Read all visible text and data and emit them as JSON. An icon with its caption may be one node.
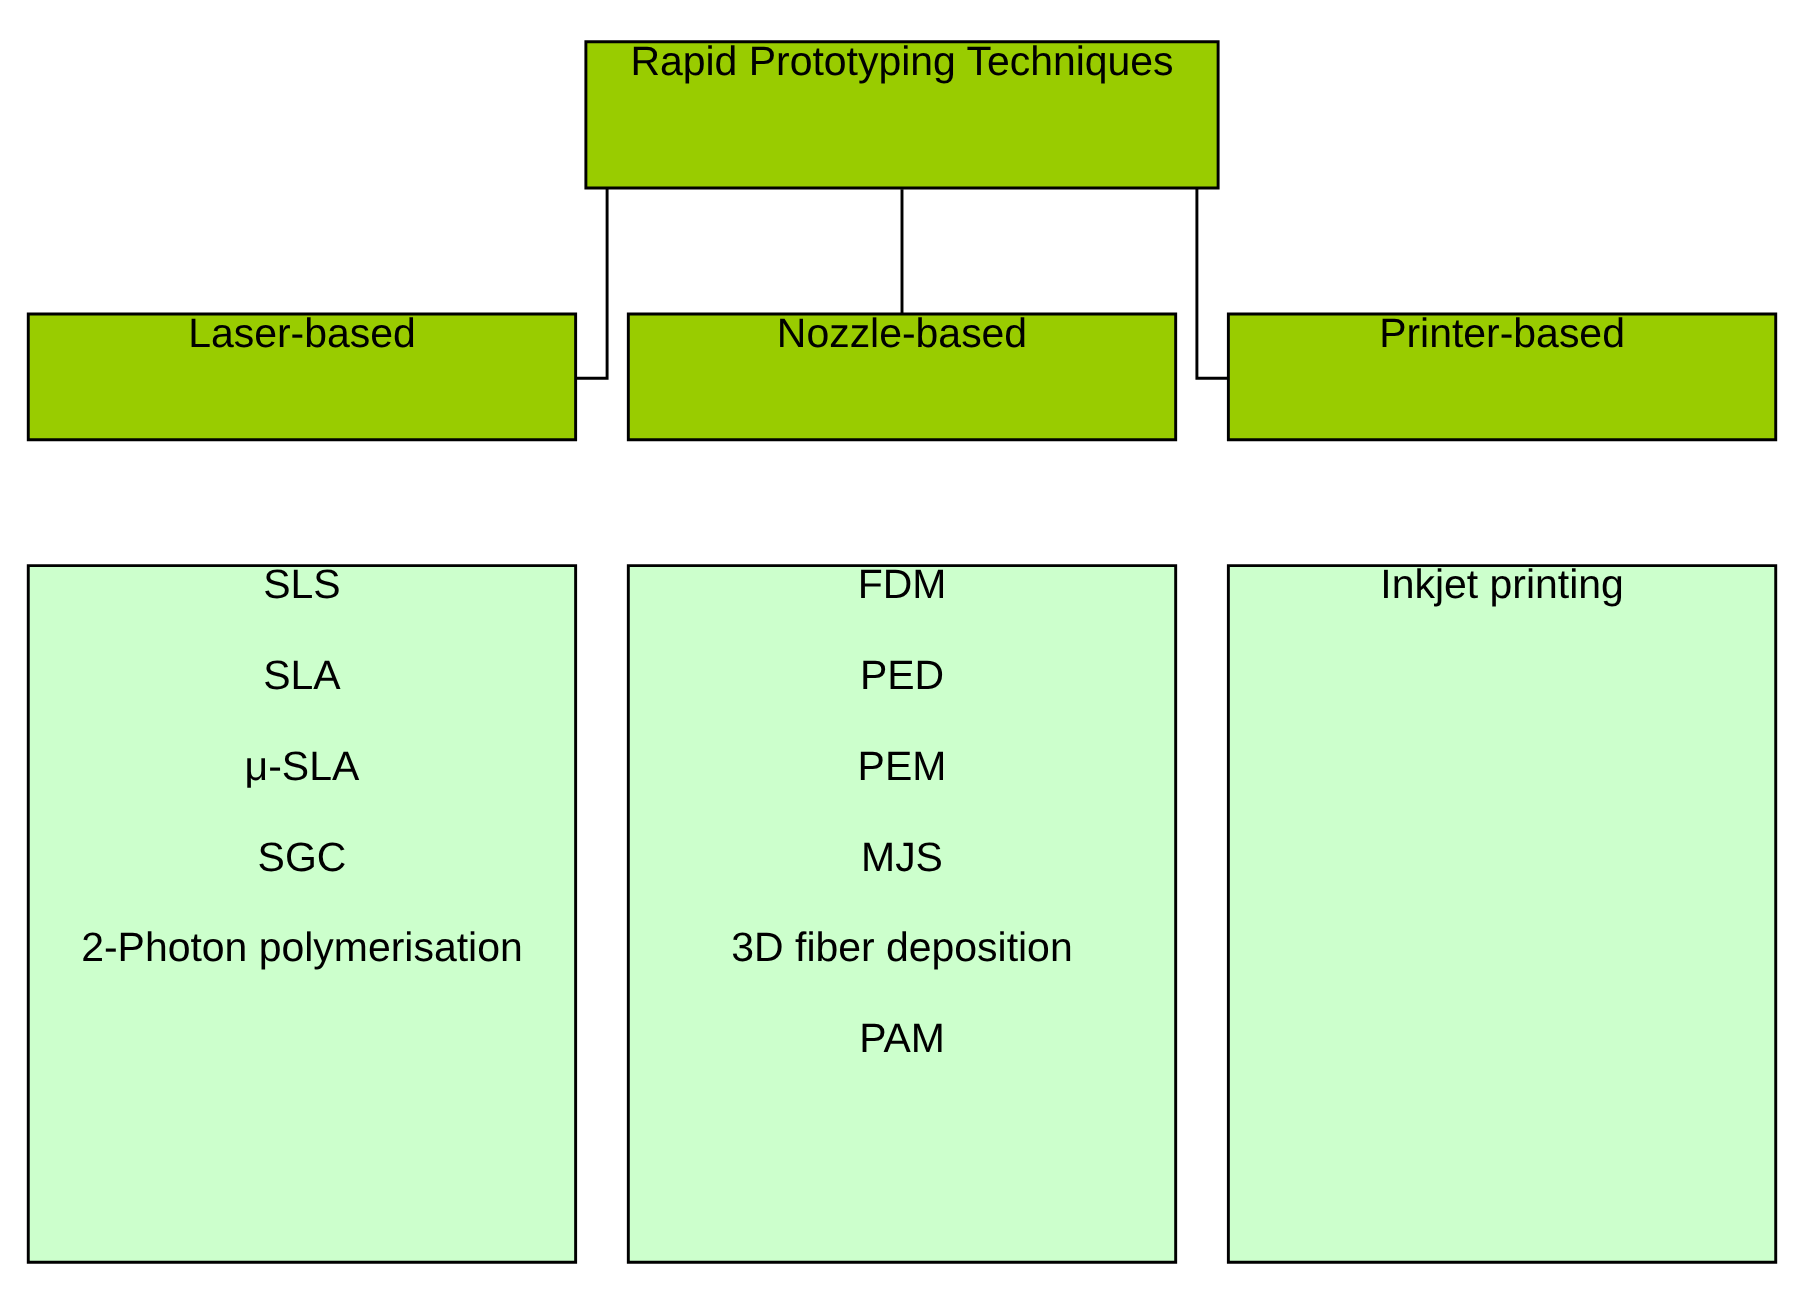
{
  "diagram": {
    "nodes": [
      {
        "text": [
          "Rapid Prototyping Techniques"
        ]
      },
      {
        "text": [
          "Laser-based"
        ]
      },
      {
        "text": [
          "SLS",
          "SLA",
          "μ-SLA",
          "SGC",
          "2-Photon polymerisation"
        ]
      },
      {
        "text": [
          "Nozzle-based"
        ]
      },
      {
        "text": [
          "FDM",
          "PED",
          "PEM",
          "MJS",
          "3D fiber deposition",
          "PAM"
        ]
      },
      {
        "text": [
          "Printer-based"
        ]
      },
      {
        "text": [
          "Inkjet printing"
        ]
      }
    ],
    "edges": [
      {
        "from": 0,
        "to": 1,
        "arrow": "none"
      },
      {
        "from": 0,
        "to": 3,
        "arrow": "none"
      },
      {
        "from": 0,
        "to": 5,
        "arrow": "none"
      }
    ]
  }
}
